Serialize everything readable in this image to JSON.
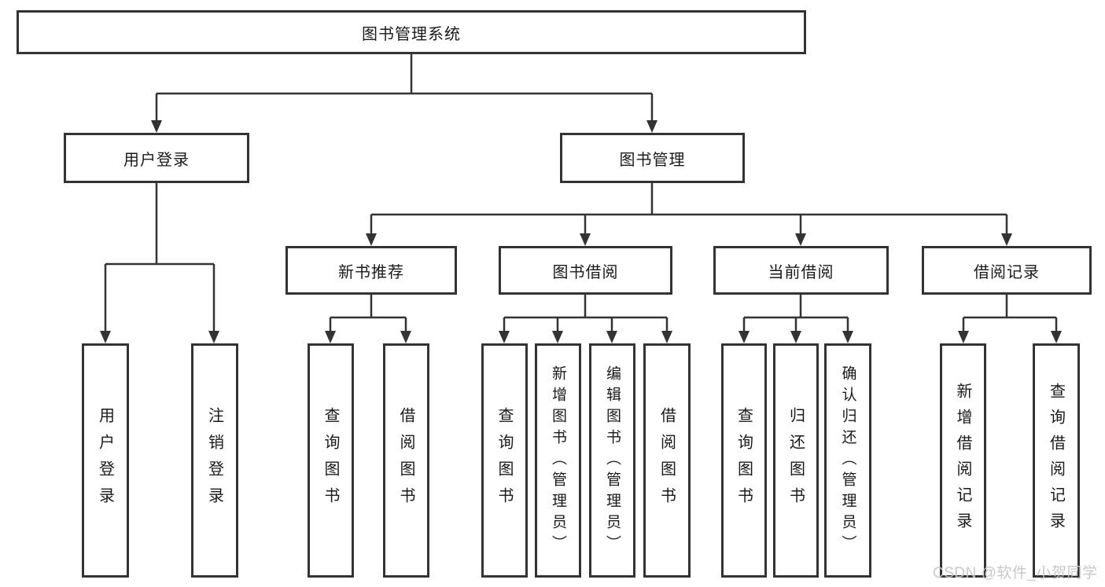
{
  "tree": {
    "root": "图书管理系统",
    "user_login": {
      "label": "用户登录",
      "children": [
        "用户登录",
        "注销登录"
      ]
    },
    "book_mgmt": {
      "label": "图书管理",
      "sections": {
        "new_books": {
          "label": "新书推荐",
          "children": [
            "查询图书",
            "借阅图书"
          ]
        },
        "book_borrow": {
          "label": "图书借阅",
          "children": [
            "查询图书",
            "新增图书（管理员）",
            "编辑图书（管理员）",
            "借阅图书"
          ]
        },
        "current_borrow": {
          "label": "当前借阅",
          "children": [
            "查询图书",
            "归还图书",
            "确认归还（管理员）"
          ]
        },
        "borrow_records": {
          "label": "借阅记录",
          "children": [
            "新增借阅记录",
            "查询借阅记录"
          ]
        }
      }
    }
  },
  "watermark": "CSDN @软件_小贺同学",
  "colors": {
    "line": "#333333",
    "text": "#1a1a1a",
    "watermark": "#c6c6c6",
    "background": "#ffffff"
  }
}
